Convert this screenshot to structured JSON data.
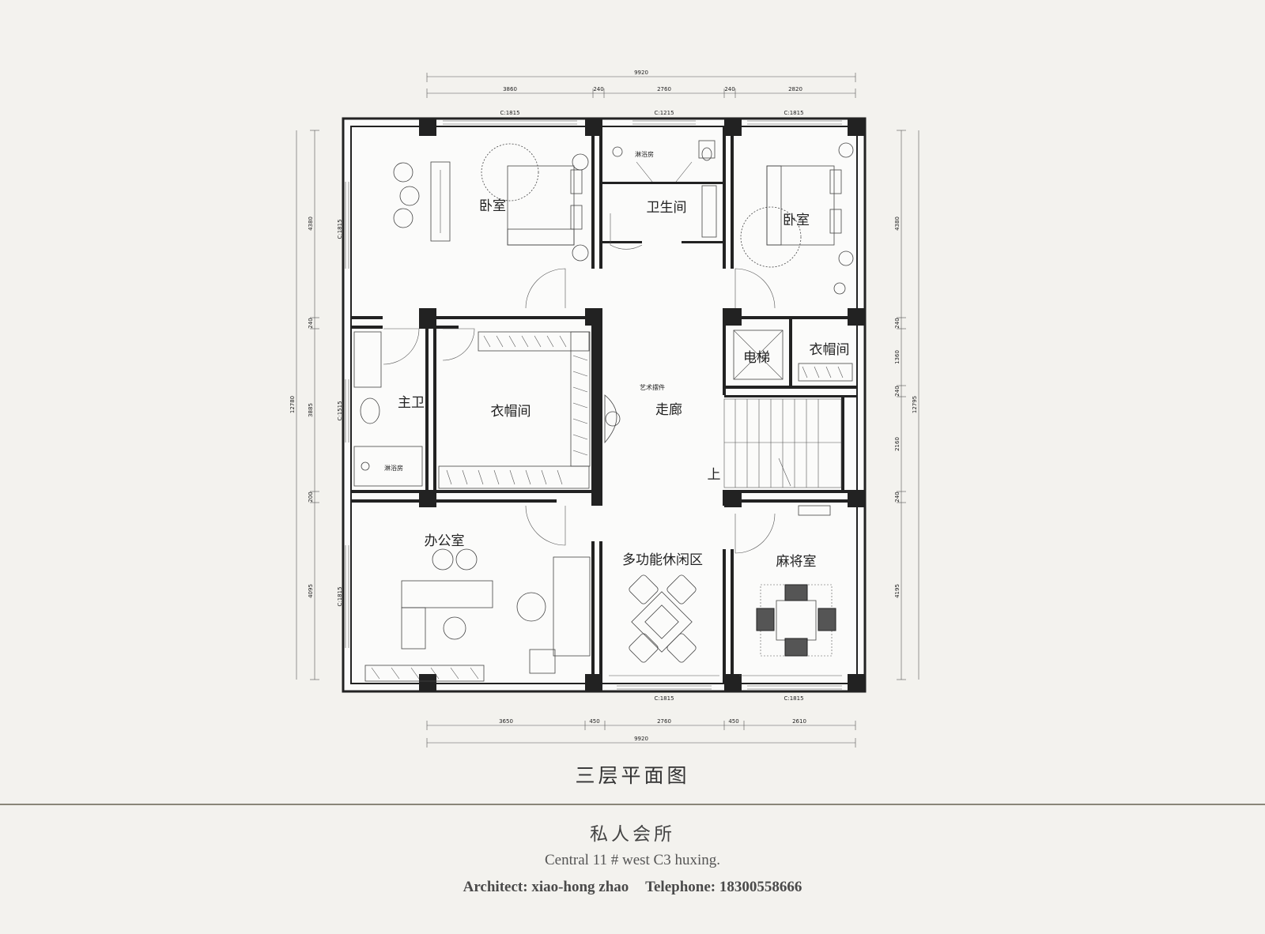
{
  "plan_title": "三层平面图",
  "footer": {
    "club_name": "私人会所",
    "subtitle": "Central 11 # west C3 huxing.",
    "architect": "Architect: xiao-hong zhao",
    "telephone": "Telephone: 18300558666"
  },
  "rooms": {
    "bedroom_left": "卧室",
    "bathroom": "卫生间",
    "bedroom_right": "卧室",
    "master_bath": "主卫",
    "walkin_closet": "衣帽间",
    "corridor": "走廊",
    "elevator": "电梯",
    "closet_small": "衣帽间",
    "stair_up": "上",
    "office": "办公室",
    "multi_leisure": "多功能休闲区",
    "mahjong": "麻将室"
  },
  "annotations": {
    "shower_top": "淋浴房",
    "shower_left": "淋浴房",
    "art_piece": "艺术摆件"
  },
  "dimensions": {
    "top_total": "9920",
    "top_segments": [
      "3860",
      "240",
      "2760",
      "240",
      "2820"
    ],
    "bottom_segments": [
      "3650",
      "450",
      "2760",
      "450",
      "2610"
    ],
    "bottom_total": "9920",
    "left_total": "12780",
    "left_segments": [
      "4380",
      "240",
      "3885",
      "200",
      "4095"
    ],
    "right_total": "12795",
    "right_segments": [
      "4380",
      "240",
      "1360",
      "240",
      "2160",
      "240",
      "4195"
    ]
  },
  "windows": {
    "top_left": "C:1815",
    "top_mid": "C:1215",
    "top_right": "C:1815",
    "left_upper": "C:1815",
    "left_mid": "C:1515",
    "left_lower": "C:1815",
    "bottom_mid": "C:1815",
    "bottom_right": "C:1815"
  }
}
